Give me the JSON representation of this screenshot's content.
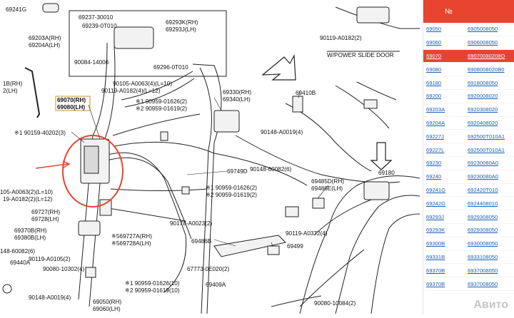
{
  "diagram": {
    "labels": {
      "l_69241g": "69241G",
      "l_69203a": "69203A(RH)",
      "l_69204a": "69204A(LH)",
      "l_1b_rh": "1B(RH)",
      "l_2_lh": "2(LH)",
      "l_69070": "69070(RH)",
      "l_69080": "69080(LH)",
      "l_90159": "※1 90159-40202(3)",
      "l_105a": "105-A0063(2)(L=10)",
      "l_119a": "19-A0182(2)(L=12)",
      "l_69727": "69727(RH)",
      "l_69728": "69728(LH)",
      "l_69370b": "69370B(RH)",
      "l_69380b": "69380B(LH)",
      "l_148_60082": "148-60082(6)",
      "l_90119_10502": "90119-A0105(2)",
      "l_69440a": "69440A",
      "l_90080_10302": "90080-10302(4)",
      "l_90148_4": "90148-A0019(4)",
      "l_69237": "69237-30010",
      "l_69239": "69239-0T010",
      "l_69293k": "69293K(RH)",
      "l_69293j": "69293J(LH)",
      "l_90084": "90084-14006",
      "l_69296": "69296-0T010",
      "l_90105": "90105-A0063(4)(L=10)",
      "l_90119_a0182_4": "90119-A0182(4)(L=12)",
      "l_s1_01626": "※1 90959-01626(2)",
      "l_s2_01619": "※2 90959-01619(2)",
      "l_69330": "69330(RH)",
      "l_69340": "69340(LH)",
      "l_69410b": "69410B",
      "l_90148_a0019": "90148-A0019(4)",
      "l_69749d": "69749D",
      "l_90148_60082": "90148-60082(6)",
      "l_s1_b": "※1 90959-01626(2)",
      "l_s2_b": "※2 90959-01619(2)",
      "l_90178": "90178-A0023(2)",
      "l_69727a": "※569727A(RH)",
      "l_69728a": "※569728A(LH)",
      "l_69486b": "69486B",
      "l_67773": "67773-0E020(2)",
      "l_s1_10": "※1 90959-01626(10)",
      "l_s2_10": "※2 90959-01619(10)",
      "l_69050": "69050(RH)",
      "l_69060": "69060(LH)",
      "l_69409a": "69409A",
      "l_90119_a0182_2": "90119-A0182(2)",
      "l_wpower": "W/POWER SLIDE DOOR",
      "l_69180": "69180",
      "l_69485d": "69485D(RH)",
      "l_69486e": "69486E(LH)",
      "l_90119_a0372": "90119-A0372(4)",
      "l_69499": "69499",
      "l_90080_10084": "90080-10084(2)"
    }
  },
  "parts_panel": {
    "header": "№",
    "rows": [
      {
        "code": "69050",
        "part": "6905008050"
      },
      {
        "code": "69060",
        "part": "6906008050"
      },
      {
        "code": "69070",
        "part": "69070080208O",
        "active": true
      },
      {
        "code": "69080",
        "part": "6908008020B0"
      },
      {
        "code": "69180",
        "part": "6918008050"
      },
      {
        "code": "69200",
        "part": "6920008020"
      },
      {
        "code": "69203A",
        "part": "6920308020"
      },
      {
        "code": "69204A",
        "part": "6920408020"
      },
      {
        "code": "69227J",
        "part": "692500T010A1"
      },
      {
        "code": "69227L",
        "part": "692500T010A1"
      },
      {
        "code": "69230",
        "part": "69230080A0"
      },
      {
        "code": "69240",
        "part": "69230080A0"
      },
      {
        "code": "69241G",
        "part": "692420T010"
      },
      {
        "code": "69242G",
        "part": "6924408010"
      },
      {
        "code": "69293J",
        "part": "6929308050"
      },
      {
        "code": "69293K",
        "part": "6929308050"
      },
      {
        "code": "69300B",
        "part": "6930008050"
      },
      {
        "code": "69331B",
        "part": "6933108050"
      },
      {
        "code": "69370B",
        "part": "6937008050"
      },
      {
        "code": "69370B",
        "part": "6937008050"
      }
    ]
  },
  "watermark": "Авито",
  "colors": {
    "accent": "#e8432f",
    "link": "#1a5fb4",
    "ink": "#111111",
    "highlight_box": "#e8432f",
    "callout": "#c98f2a"
  }
}
